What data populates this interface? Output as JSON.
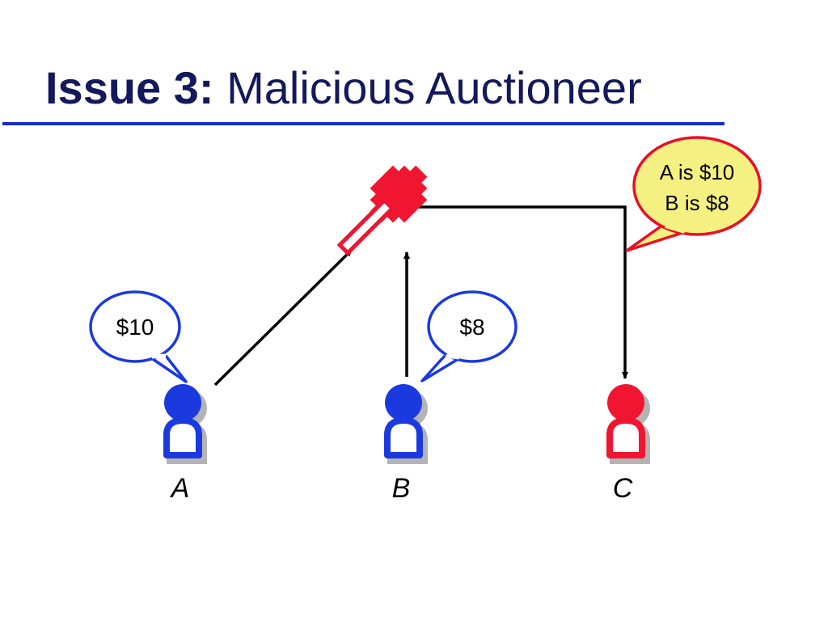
{
  "title": {
    "bold": "Issue 3:",
    "rest": "Malicious Auctioneer"
  },
  "people": [
    {
      "label": "A",
      "color": "#1a3ae0",
      "bid": "$10"
    },
    {
      "label": "B",
      "color": "#1a3ae0",
      "bid": "$8"
    },
    {
      "label": "C",
      "color": "#f01530"
    }
  ],
  "auctioneer": {
    "icon": "gavel-icon",
    "color": "#f01530",
    "message_lines": [
      "A is $10",
      "B is $8"
    ],
    "message_fill": "#f5f082",
    "message_border": "#e8102a"
  },
  "colors": {
    "title": "#14195c",
    "rule": "#1430c8",
    "bubble_border": "#1a3ae0"
  }
}
